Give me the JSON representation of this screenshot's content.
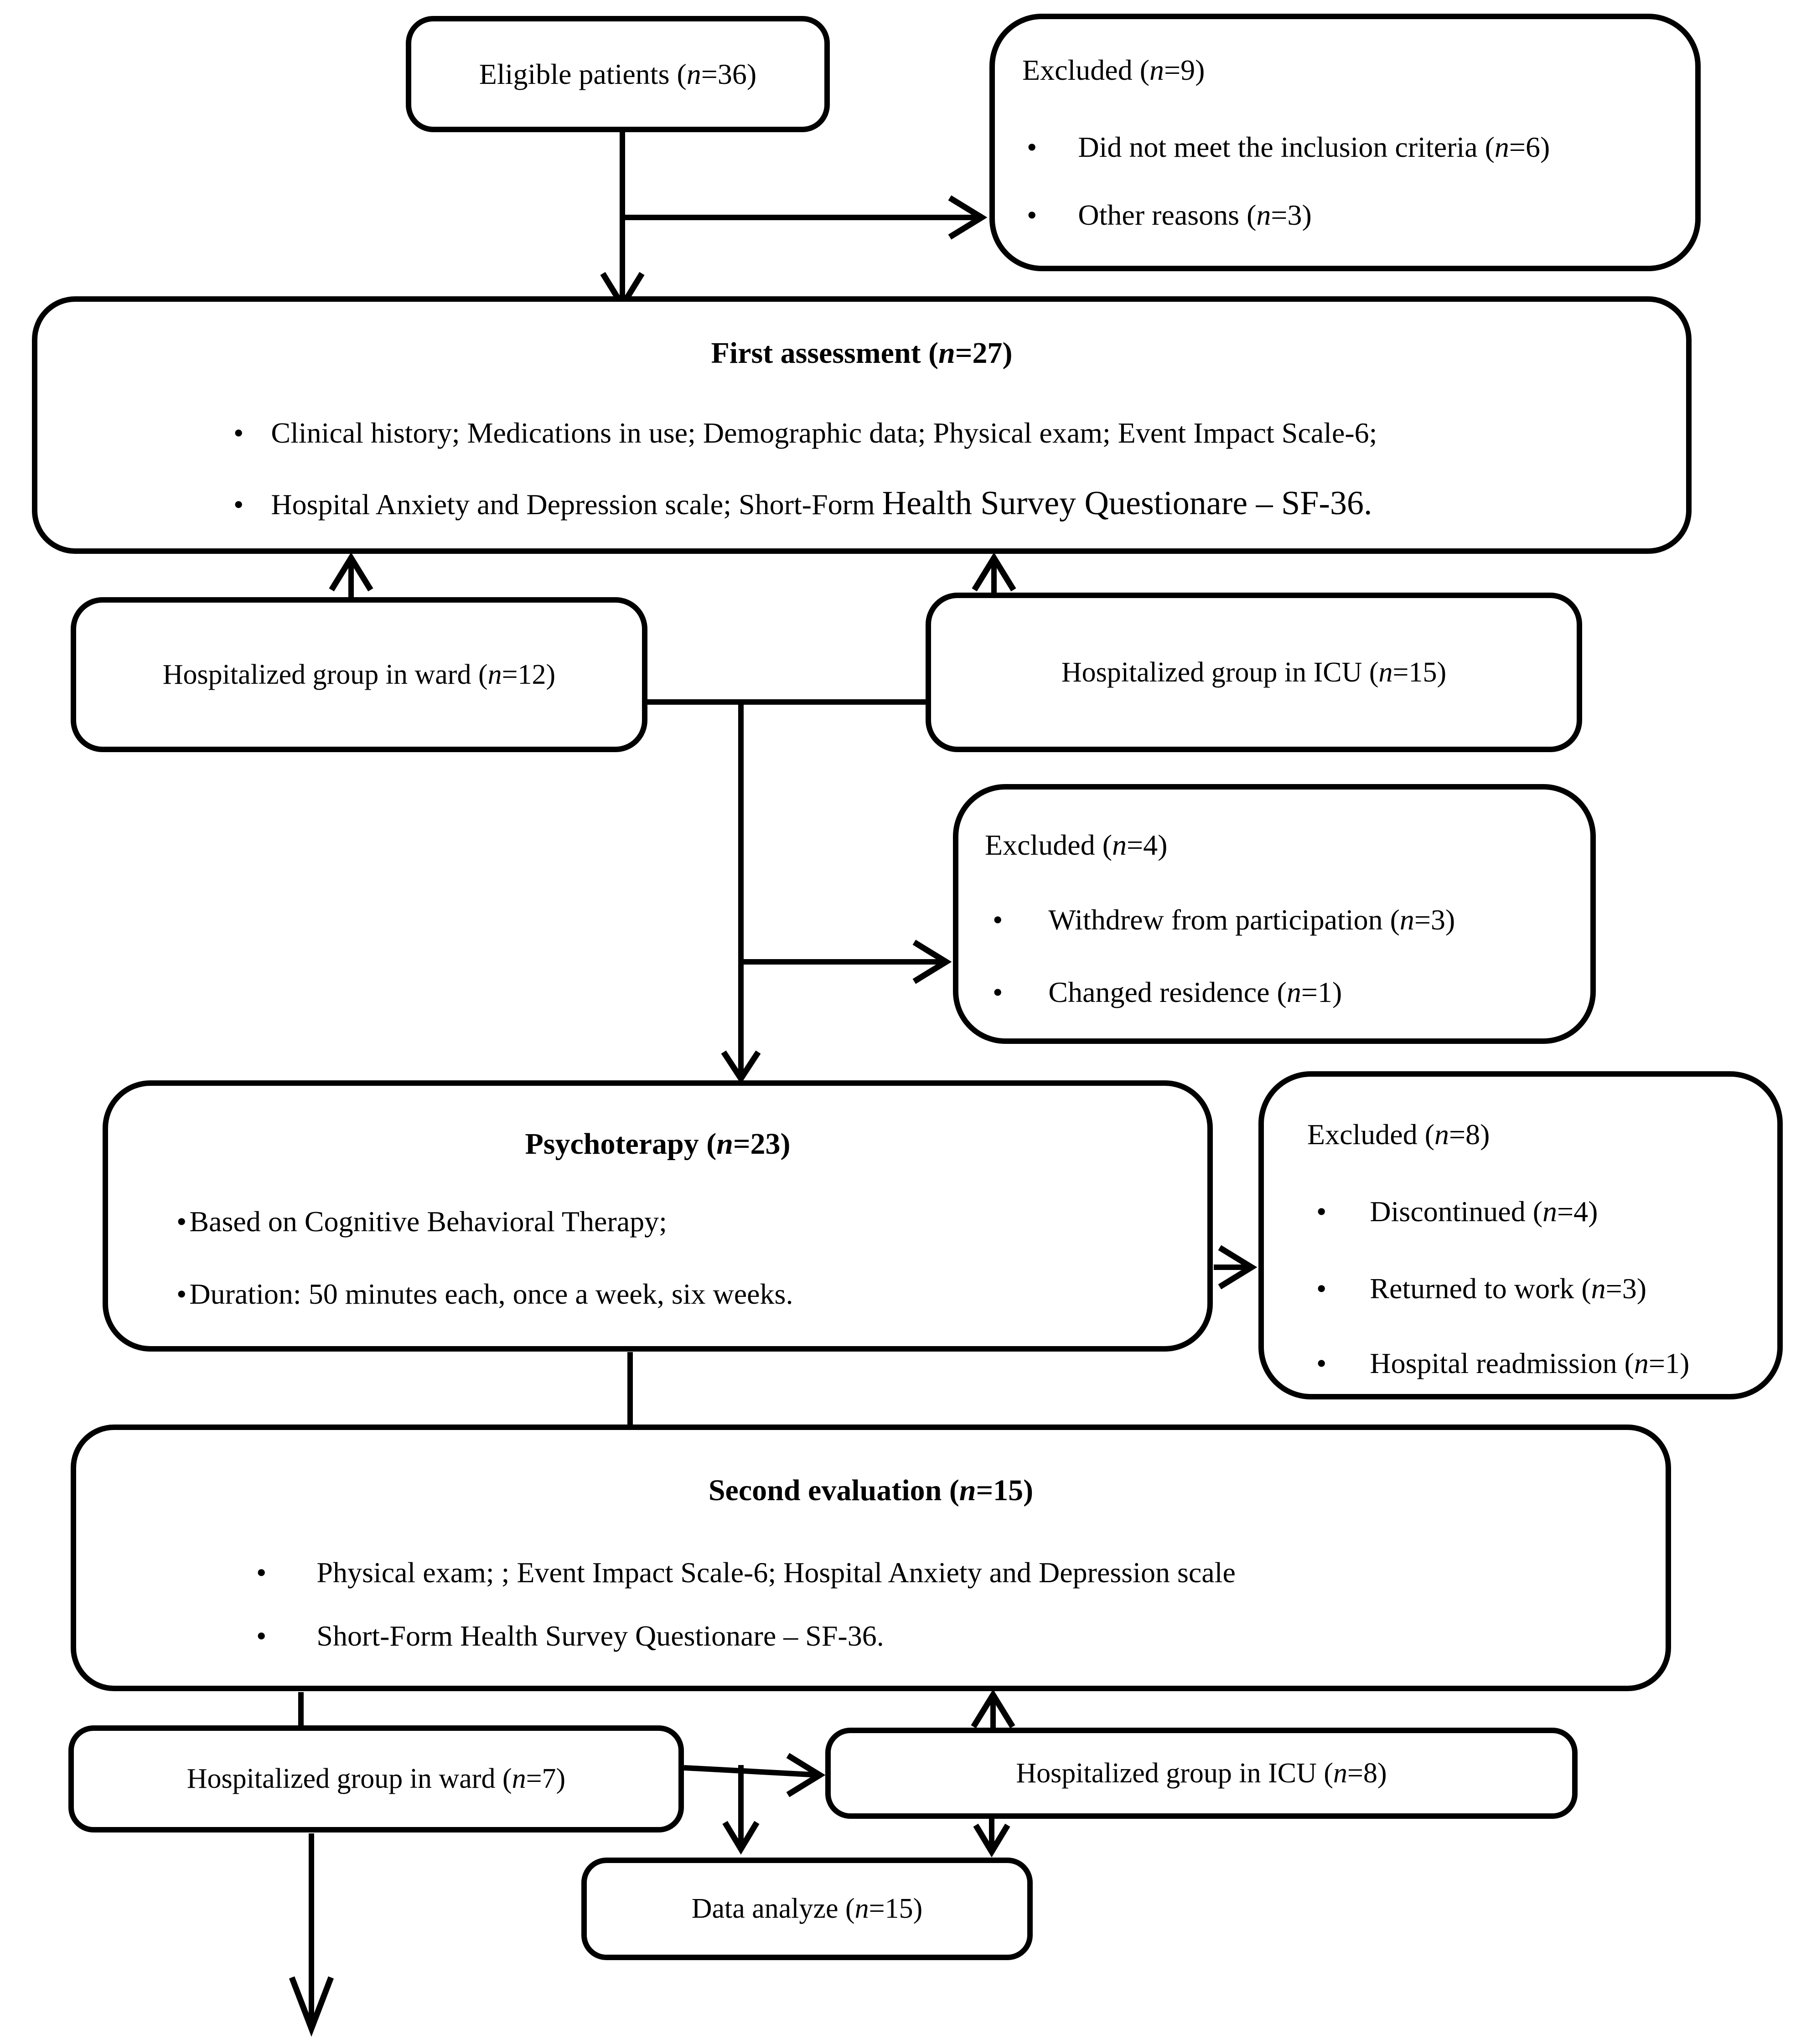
{
  "colors": {
    "ink": "#000000",
    "background": "#ffffff"
  },
  "glyphs": {
    "bullet": "•"
  },
  "boxes": {
    "eligible": {
      "line": {
        "pre": "Eligible patients (",
        "n": "n",
        "post": "=36)"
      }
    },
    "excluded_top": {
      "title": {
        "pre": "Excluded (",
        "n": "n",
        "post": "=9)"
      },
      "items": [
        {
          "pre": "Did not meet the inclusion criteria (",
          "n": "n",
          "post": "=6)"
        },
        {
          "pre": "Other reasons (",
          "n": "n",
          "post": "=3)"
        }
      ]
    },
    "first_assessment": {
      "title": {
        "pre": "First assessment (",
        "n": "n",
        "post": "=27)"
      },
      "items": [
        {
          "pre": "Clinical history; Medications in use; Demographic data; Physical exam; Event Impact Scale-6;"
        },
        {
          "pre": "Hospital Anxiety and Depression scale; Short-Form ",
          "big": "Health Survey Questionare – SF-36."
        }
      ]
    },
    "ward_first": {
      "line": {
        "pre": "Hospitalized group in ward (",
        "n": "n",
        "post": "=12)"
      }
    },
    "icu_first": {
      "line": {
        "pre": "Hospitalized group in ICU (",
        "n": "n",
        "post": "=15)"
      }
    },
    "excluded_mid": {
      "title": {
        "pre": "Excluded (",
        "n": "n",
        "post": "=4)"
      },
      "items": [
        {
          "pre": "Withdrew from participation (",
          "n": "n",
          "post": "=3)"
        },
        {
          "pre": "Changed residence (",
          "n": "n",
          "post": "=1)"
        }
      ]
    },
    "psychotherapy": {
      "title": {
        "pre": "Psychoterapy (",
        "n": "n",
        "post": "=23)"
      },
      "items": [
        {
          "pre": "Based on Cognitive Behavioral Therapy;"
        },
        {
          "pre": "Duration: 50 minutes each, once a week, six weeks."
        }
      ]
    },
    "excluded_psy": {
      "title": {
        "pre": "Excluded (",
        "n": "n",
        "post": "=8)"
      },
      "items": [
        {
          "pre": "Discontinued (",
          "n": "n",
          "post": "=4)"
        },
        {
          "pre": "Returned to work (",
          "n": "n",
          "post": "=3)"
        },
        {
          "pre": "Hospital readmission (",
          "n": "n",
          "post": "=1)"
        }
      ]
    },
    "second_eval": {
      "title": {
        "pre": "Second evaluation (",
        "n": "n",
        "post": "=15)"
      },
      "items": [
        {
          "pre": "Physical exam; ; Event Impact Scale-6; Hospital Anxiety and Depression scale"
        },
        {
          "pre": "Short-Form Health Survey Questionare – SF-36."
        }
      ]
    },
    "ward_second": {
      "line": {
        "pre": "Hospitalized group in ward (",
        "n": "n",
        "post": "=7)"
      }
    },
    "icu_second": {
      "line": {
        "pre": "Hospitalized group in ICU (",
        "n": "n",
        "post": "=8)"
      }
    },
    "data_analyze": {
      "line": {
        "pre": "Data analyze (",
        "n": "n",
        "post": "=15)"
      }
    }
  }
}
